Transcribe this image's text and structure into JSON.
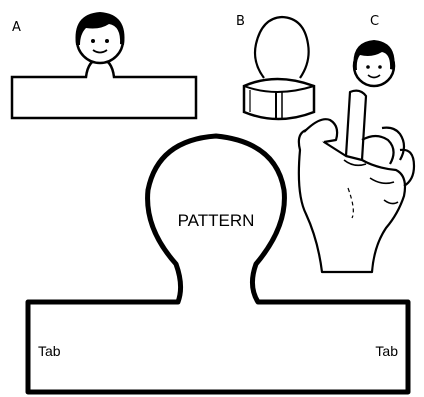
{
  "figures": {
    "a": {
      "label": "A"
    },
    "b": {
      "label": "B"
    },
    "c": {
      "label": "C"
    }
  },
  "pattern": {
    "title": "PATTERN",
    "tab_left": "Tab",
    "tab_right": "Tab"
  }
}
